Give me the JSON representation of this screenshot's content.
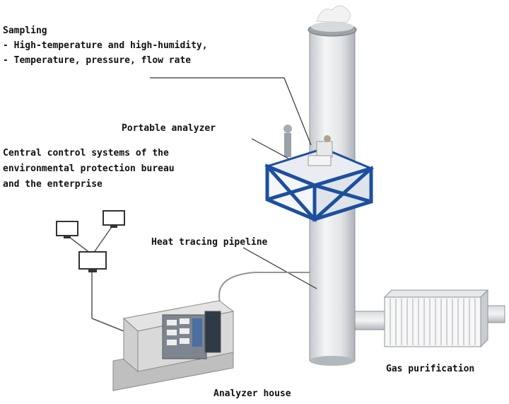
{
  "labels": {
    "sampling_title": "Sampling",
    "sampling_line1": "- High-temperature and high-humidity,",
    "sampling_line2": "- Temperature, pressure, flow rate",
    "portable_analyzer": "Portable analyzer",
    "central_line1": "Central control systems of the",
    "central_line2": "environmental protection bureau",
    "central_line3": "and the enterprise",
    "heat_tracing": "Heat tracing pipeline",
    "gas_purification": "Gas purification",
    "analyzer_house": "Analyzer house"
  },
  "colors": {
    "platform_blue": "#1d4f9e",
    "chimney_light": "#eef0f2",
    "chimney_shade": "#b9bec4",
    "cabinet_grey": "#c9c9c9"
  },
  "icons": [
    "monitor-icon",
    "analyzer-person-icon"
  ]
}
